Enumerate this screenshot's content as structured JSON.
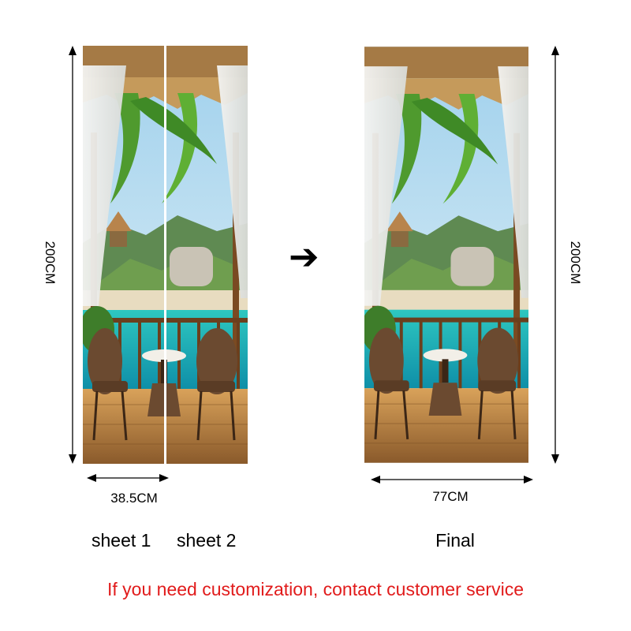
{
  "figure": {
    "left_panel": {
      "height_label": "200CM",
      "width_label": "38.5CM",
      "sheet1_label": "sheet 1",
      "sheet2_label": "sheet 2"
    },
    "arrow_symbol": "➔",
    "right_panel": {
      "height_label": "200CM",
      "width_label": "77CM",
      "final_label": "Final"
    },
    "notice": "If you need customization, contact customer service"
  },
  "colors": {
    "notice": "#e11b1b",
    "text": "#000000"
  }
}
